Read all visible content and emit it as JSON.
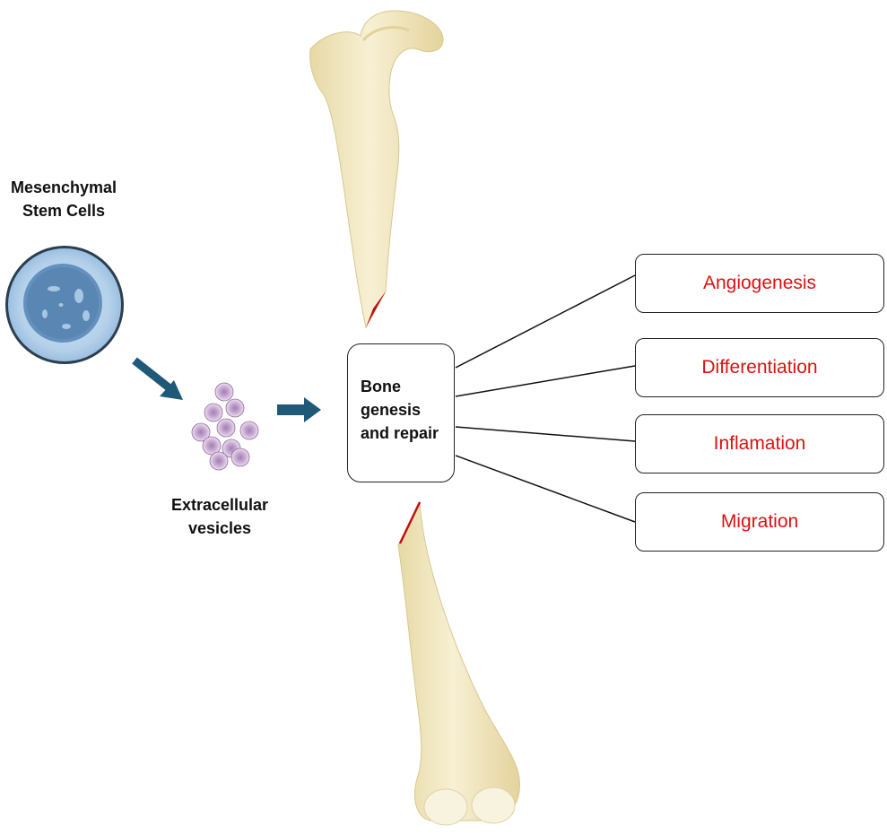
{
  "colors": {
    "outcome_text": "#dd1111",
    "arrow": "#1e5a78",
    "bone": "#f3e9c4",
    "fracture": "#c01010",
    "cell": "#b6d3ec",
    "nucleus": "#5f8fbf",
    "vesicle": "#c7a6cf"
  },
  "labels": {
    "msc_line1": "Mesenchymal",
    "msc_line2": "Stem Cells",
    "ev_line1": "Extracellular",
    "ev_line2": "vesicles"
  },
  "center": {
    "line1": "Bone",
    "line2": "genesis",
    "line3": "and repair"
  },
  "outcomes": [
    {
      "label": "Angiogenesis"
    },
    {
      "label": "Differentiation"
    },
    {
      "label": "Inflamation"
    },
    {
      "label": "Migration"
    }
  ],
  "icons": {
    "stem_cell": "stem-cell-icon",
    "vesicles": "vesicle-cluster-icon",
    "bone_upper": "femur-upper-icon",
    "bone_lower": "femur-lower-icon",
    "arrow": "arrow-icon"
  }
}
